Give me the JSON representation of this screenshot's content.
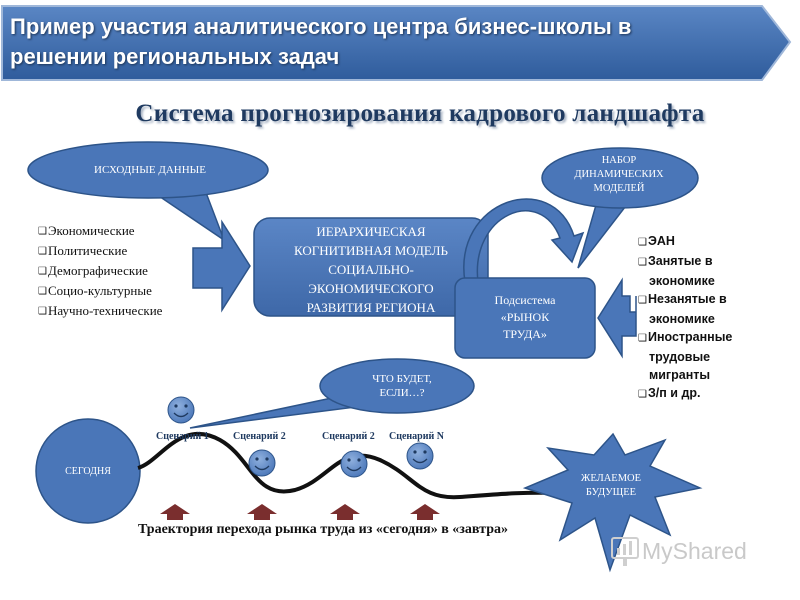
{
  "header": {
    "line1": "Пример участия аналитического центра бизнес-школы в",
    "line2": "решении региональных задач"
  },
  "title": "Система прогнозирования кадрового ландшафта",
  "source_bubble": "ИСХОДНЫЕ ДАННЫЕ",
  "source_list": [
    "Экономические",
    "Политические",
    "Демографические",
    "Социо-культурные",
    "Научно-технические"
  ],
  "model_box": [
    "ИЕРАРХИЧЕСКАЯ",
    "КОГНИТИВНАЯ МОДЕЛЬ",
    "СОЦИАЛЬНО-",
    "ЭКОНОМИЧЕСКОГО",
    "РАЗВИТИЯ РЕГИОНА"
  ],
  "dyn_bubble": [
    "НАБОР",
    "ДИНАМИЧЕСКИХ",
    "МОДЕЛЕЙ"
  ],
  "labor_box": [
    "Подсистема",
    "«РЫНОК",
    "ТРУДА»"
  ],
  "right_list": [
    "ЭАН",
    "Занятые в экономике",
    "Незанятые в экономике",
    "Иностранные трудовые мигранты",
    "З/п и др."
  ],
  "what_if": [
    "ЧТО БУДЕТ,",
    "ЕСЛИ…?"
  ],
  "today": "СЕГОДНЯ",
  "scenarios": [
    "Сценарий 1",
    "Сценарий 2",
    "Сценарий 2",
    "Сценарий N"
  ],
  "future": [
    "ЖЕЛАЕМОЕ",
    "БУДУЩЕЕ"
  ],
  "caption": "Траектория перехода рынка труда из «сегодня» в «завтра»",
  "watermark": "MyShared",
  "colors": {
    "blue": "#4a76b8",
    "dark_blue": "#1f3a60",
    "banner": "#3f6dae",
    "arrow_up": "#7a2e2e"
  }
}
